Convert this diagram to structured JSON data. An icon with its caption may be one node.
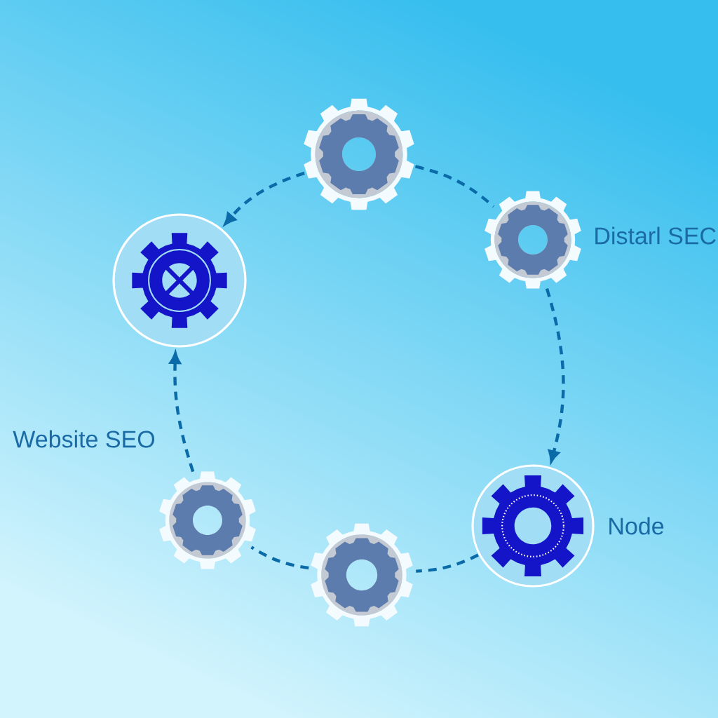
{
  "diagram": {
    "nodes": [
      {
        "text": [],
        "shape": "gear"
      },
      {
        "text": [],
        "shape": "gear",
        "beside": [
          "Distarl SEC"
        ]
      },
      {
        "text": [],
        "shape": "circle"
      },
      {
        "text": [],
        "shape": "circle",
        "beside": [
          "Node"
        ]
      },
      {
        "text": [],
        "shape": "gear"
      },
      {
        "text": [],
        "shape": "gear"
      }
    ],
    "edges": [
      {
        "from": 0,
        "to": 2,
        "arrow": "to",
        "style": "dashed"
      },
      {
        "from": 0,
        "to": 1,
        "arrow": "none",
        "style": "dashed"
      },
      {
        "from": 1,
        "to": 3,
        "arrow": "to",
        "style": "dashed"
      },
      {
        "from": 3,
        "to": 5,
        "arrow": "none",
        "style": "dashed"
      },
      {
        "from": 5,
        "to": 4,
        "arrow": "none",
        "style": "dashed"
      },
      {
        "from": 4,
        "to": 2,
        "arrow": "to",
        "style": "dashed",
        "label": "Website SEO"
      }
    ]
  }
}
